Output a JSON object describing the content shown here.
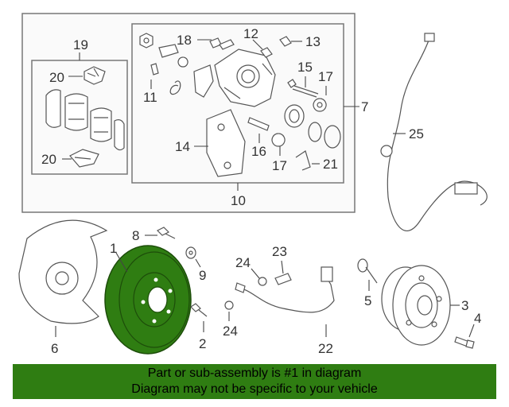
{
  "labels": {
    "l1": "1",
    "l2": "2",
    "l3": "3",
    "l4": "4",
    "l5": "5",
    "l6": "6",
    "l7": "7",
    "l8": "8",
    "l9": "9",
    "l10": "10",
    "l11": "11",
    "l12": "12",
    "l13": "13",
    "l14": "14",
    "l15": "15",
    "l16": "16",
    "l17a": "17",
    "l17b": "17",
    "l18": "18",
    "l19": "19",
    "l20a": "20",
    "l20b": "20",
    "l21": "21",
    "l22": "22",
    "l23": "23",
    "l24a": "24",
    "l24b": "24",
    "l25": "25"
  },
  "footer": {
    "line1": "Part or sub-assembly is #1 in diagram",
    "line2": "Diagram may not be specific to your vehicle"
  },
  "colors": {
    "highlight": "#2f7d12",
    "footer_bg": "#2f7d12"
  }
}
